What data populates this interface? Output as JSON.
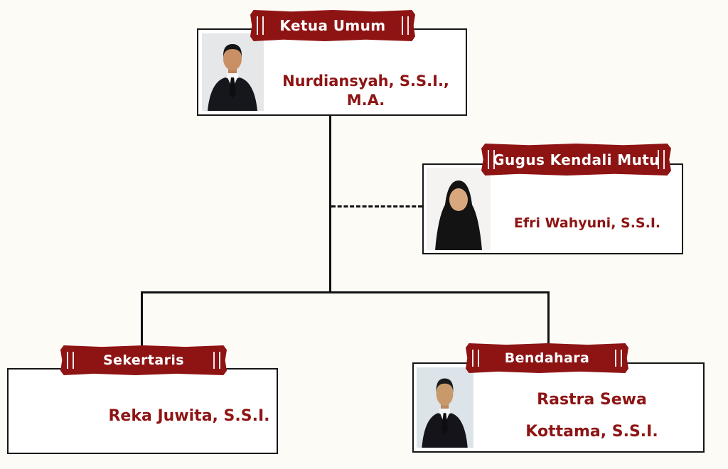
{
  "page": {
    "background_color": "#fdfbf5"
  },
  "theme": {
    "banner_color": "#8e1414",
    "banner_text_color": "#ffffff",
    "name_text_color": "#8e1414",
    "connector_color": "#111111",
    "box_border_color": "#161616"
  },
  "org_chart": {
    "type": "org-chart",
    "nodes": [
      {
        "id": "ketua-umum",
        "title": "Ketua Umum",
        "name": "Nurdiansyah, S.S.I., M.A.",
        "photo": "man-portrait",
        "connector": "solid"
      },
      {
        "id": "gugus-kendali-mutu",
        "title": "Gugus Kendali Mutu",
        "name": "Efri Wahyuni, S.S.I.",
        "photo": "woman-hijab-portrait",
        "connector": "dashed"
      },
      {
        "id": "sekertaris",
        "title": "Sekertaris",
        "name": "Reka Juwita, S.S.I.",
        "photo": null,
        "connector": "solid"
      },
      {
        "id": "bendahara",
        "title": "Bendahara",
        "name": "Rastra Sewa Kottama, S.S.I.",
        "name_lines": [
          "Rastra Sewa",
          "Kottama, S.S.I."
        ],
        "photo": "man-portrait",
        "connector": "solid"
      }
    ]
  }
}
